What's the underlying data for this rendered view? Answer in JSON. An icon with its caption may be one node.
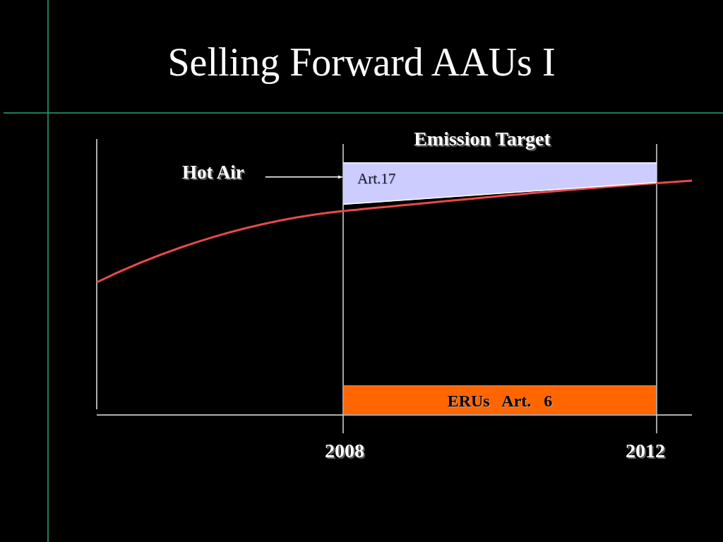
{
  "diagram": {
    "title": "Selling Forward AAUs I",
    "nodes": [
      {
        "text": [
          "Hot Air"
        ]
      },
      {
        "text": [
          "Art.17"
        ]
      },
      {
        "text": [
          "ERUs Art. 6"
        ]
      }
    ],
    "edges": [
      {
        "from": 0,
        "to": 1,
        "arrow": "to"
      }
    ],
    "labels": [
      "Emission Target",
      "2008",
      "2012"
    ]
  }
}
